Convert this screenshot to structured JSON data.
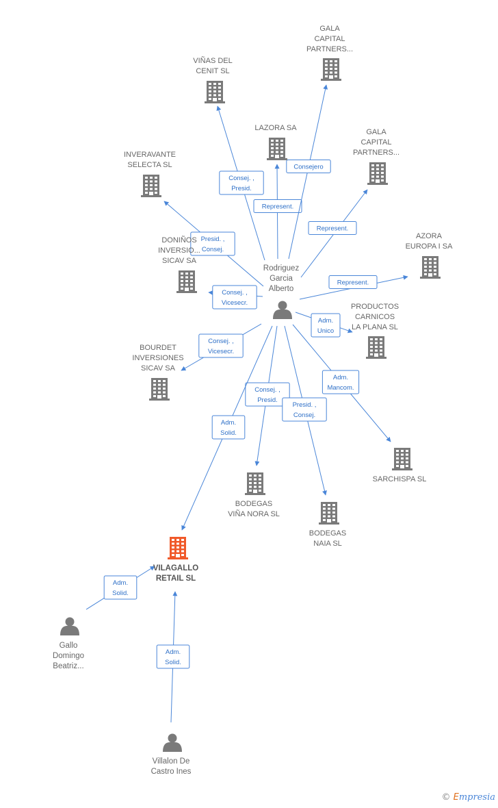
{
  "nodes": [
    {
      "id": "rodriguez",
      "type": "person",
      "label": [
        "Rodriguez",
        "Garcia",
        "Alberto"
      ]
    },
    {
      "id": "vilagallo",
      "type": "company-main",
      "label": [
        "VILAGALLO",
        "RETAIL SL"
      ]
    },
    {
      "id": "gallo",
      "type": "person",
      "label": [
        "Gallo",
        "Domingo",
        "Beatriz..."
      ]
    },
    {
      "id": "villalon",
      "type": "person",
      "label": [
        "Villalon De",
        "Castro Ines"
      ]
    },
    {
      "id": "gala1",
      "type": "company",
      "label": [
        "GALA",
        "CAPITAL",
        "PARTNERS..."
      ]
    },
    {
      "id": "vinas",
      "type": "company",
      "label": [
        "VIÑAS DEL",
        "CENIT SL"
      ]
    },
    {
      "id": "lazora",
      "type": "company",
      "label": [
        "LAZORA SA"
      ]
    },
    {
      "id": "gala2",
      "type": "company",
      "label": [
        "GALA",
        "CAPITAL",
        "PARTNERS..."
      ]
    },
    {
      "id": "inveravante",
      "type": "company",
      "label": [
        "INVERAVANTE",
        "SELECTA SL"
      ]
    },
    {
      "id": "azora",
      "type": "company",
      "label": [
        "AZORA",
        "EUROPA I SA"
      ]
    },
    {
      "id": "donino",
      "type": "company",
      "label": [
        "DONIÑOS",
        "INVERSIO...",
        "SICAV SA"
      ]
    },
    {
      "id": "productos",
      "type": "company",
      "label": [
        "PRODUCTOS",
        "CARNICOS",
        "LA PLANA SL"
      ]
    },
    {
      "id": "bourdet",
      "type": "company",
      "label": [
        "BOURDET",
        "INVERSIONES",
        "SICAV SA"
      ]
    },
    {
      "id": "sarchispa",
      "type": "company",
      "label": [
        "SARCHISPA SL"
      ]
    },
    {
      "id": "vinanora",
      "type": "company",
      "label": [
        "BODEGAS",
        "VIÑA NORA SL"
      ]
    },
    {
      "id": "naia",
      "type": "company",
      "label": [
        "BODEGAS",
        "NAIA SL"
      ]
    }
  ],
  "edges": [
    {
      "from": "rodriguez",
      "to": "vinas",
      "label": [
        "Consej. ,",
        "Presid."
      ]
    },
    {
      "from": "rodriguez",
      "to": "lazora",
      "label": [
        "Represent."
      ]
    },
    {
      "from": "rodriguez",
      "to": "gala1",
      "label": [
        "Consejero"
      ]
    },
    {
      "from": "rodriguez",
      "to": "gala2",
      "label": [
        "Represent."
      ]
    },
    {
      "from": "rodriguez",
      "to": "inveravante",
      "label": [
        "Presid. ,",
        "Consej."
      ]
    },
    {
      "from": "rodriguez",
      "to": "azora",
      "label": [
        "Represent."
      ]
    },
    {
      "from": "rodriguez",
      "to": "donino",
      "label": [
        "Consej. ,",
        "Vicesecr."
      ]
    },
    {
      "from": "rodriguez",
      "to": "productos",
      "label": [
        "Adm.",
        "Unico"
      ]
    },
    {
      "from": "rodriguez",
      "to": "bourdet",
      "label": [
        "Consej. ,",
        "Vicesecr."
      ]
    },
    {
      "from": "rodriguez",
      "to": "sarchispa",
      "label": [
        "Adm.",
        "Mancom."
      ]
    },
    {
      "from": "rodriguez",
      "to": "vinanora",
      "label": [
        "Consej. ,",
        "Presid."
      ]
    },
    {
      "from": "rodriguez",
      "to": "naia",
      "label": [
        "Presid. ,",
        "Consej."
      ]
    },
    {
      "from": "rodriguez",
      "to": "vilagallo",
      "label": [
        "Adm.",
        "Solid."
      ]
    },
    {
      "from": "gallo",
      "to": "vilagallo",
      "label": [
        "Adm.",
        "Solid."
      ]
    },
    {
      "from": "villalon",
      "to": "vilagallo",
      "label": [
        "Adm.",
        "Solid."
      ]
    }
  ],
  "footer": {
    "copyright": "©",
    "brand_initial": "E",
    "brand_rest": "mpresia"
  },
  "colors": {
    "edge": "#4a86d8",
    "building": "#7a7a7a",
    "main_building": "#f05a2a",
    "person": "#7a7a7a"
  }
}
